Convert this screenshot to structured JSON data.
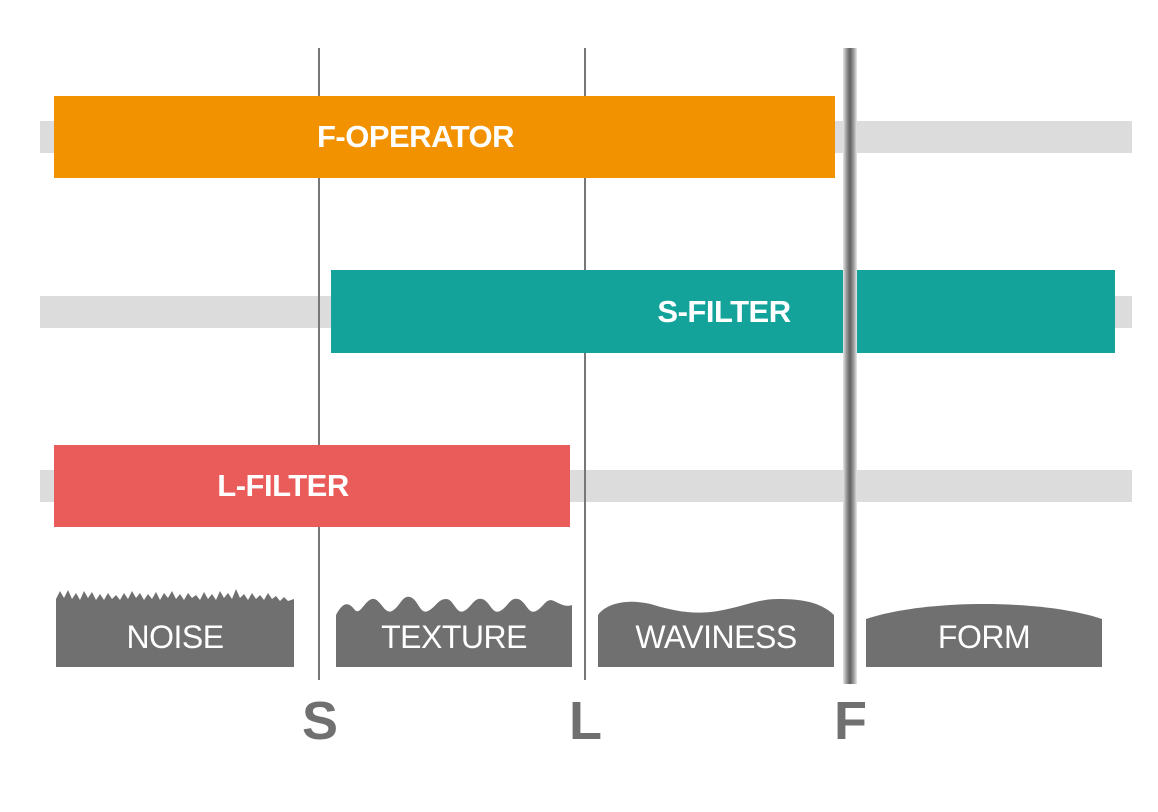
{
  "filters": {
    "f_operator": {
      "label": "F-OPERATOR",
      "color": "#f29200"
    },
    "s_filter": {
      "label": "S-FILTER",
      "color": "#14a39b"
    },
    "l_filter": {
      "label": "L-FILTER",
      "color": "#ea5c5a"
    }
  },
  "components": [
    {
      "label": "NOISE"
    },
    {
      "label": "TEXTURE"
    },
    {
      "label": "WAVINESS"
    },
    {
      "label": "FORM"
    }
  ],
  "axis_markers": [
    "S",
    "L",
    "F"
  ],
  "colors": {
    "track": "#dcdcdc",
    "component_fill": "#707070",
    "axis_text": "#707070",
    "divider": "#777777"
  }
}
